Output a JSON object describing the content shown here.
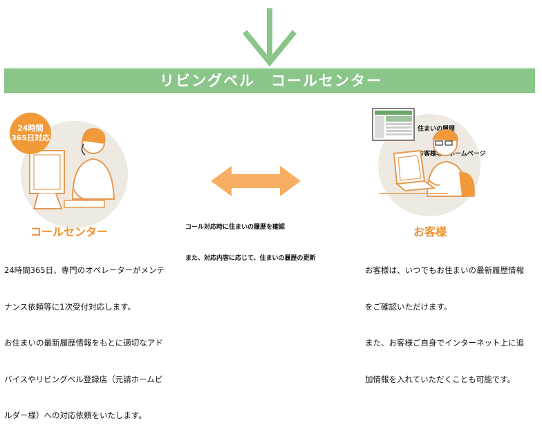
{
  "banner": {
    "title": "リビングベル　コールセンター"
  },
  "badge": {
    "line1": "24時間",
    "line2": "365日対応"
  },
  "call_center": {
    "title": "コールセンター",
    "description_lines": [
      "24時間365日、専門のオペレーターがメンテ",
      "ナンス依頼等に1次受付対応します。",
      "お住まいの最新履歴情報をもとに適切なアド",
      "バイスやリビングベル登録店（元請ホームビ",
      "ルダー様）への対応依頼をいたします。"
    ]
  },
  "exchange": {
    "note_lines": [
      "コール対応時に住まいの履歴を確認",
      "また、対応内容に応じて、住まいの履歴の更新"
    ]
  },
  "customer": {
    "title": "お客様",
    "homepage_label_lines": [
      "住まいの履歴",
      "お客様専用ホームページ"
    ],
    "description_lines": [
      "お客様は、いつでもお住まいの最新履歴情報",
      "をご確認いただけます。",
      "また、お客様ご自身でインターネット上に追",
      "加情報を入れていただくことも可能です。"
    ]
  },
  "colors": {
    "banner_green": "#8ac58a",
    "accent_orange": "#f0912f",
    "arrow_orange": "#f7ae62",
    "circle_beige": "#eeeae2"
  }
}
